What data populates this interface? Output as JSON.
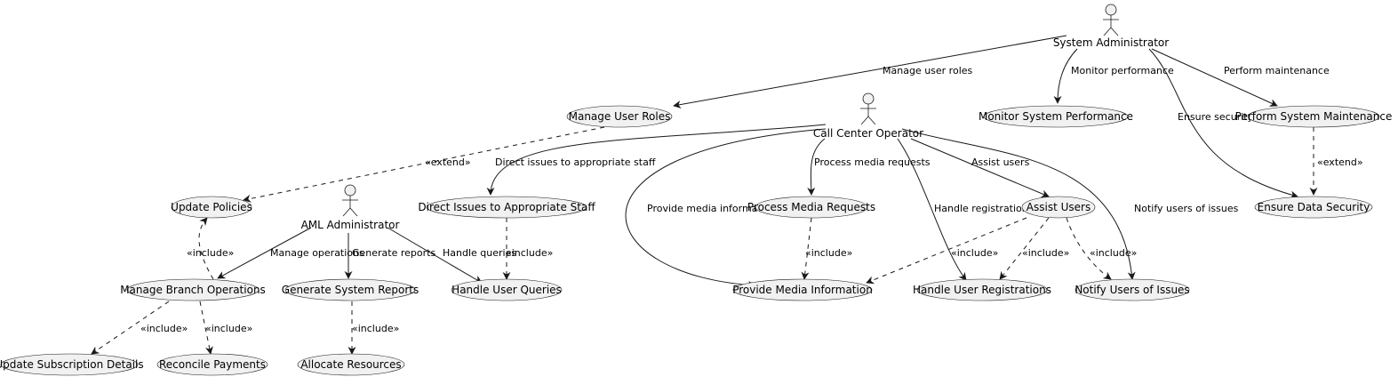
{
  "actors": {
    "sysadmin": "System Administrator",
    "callcenter": "Call Center Operator",
    "aml": "AML Administrator"
  },
  "use_cases": {
    "manage_roles": "Manage User Roles",
    "monitor_perf": "Monitor System Performance",
    "perform_maint": "Perform System Maintenance",
    "data_security": "Ensure Data Security",
    "update_policies": "Update Policies",
    "direct_issues": "Direct Issues to Appropriate Staff",
    "process_media": "Process Media Requests",
    "assist_users": "Assist Users",
    "manage_branch": "Manage Branch Operations",
    "gen_reports": "Generate System Reports",
    "handle_queries": "Handle User Queries",
    "provide_media": "Provide Media Information",
    "handle_reg": "Handle User Registrations",
    "notify_users": "Notify Users of Issues",
    "update_subs": "Update Subscription Details",
    "reconcile": "Reconcile Payments",
    "allocate": "Allocate Resources"
  },
  "edge_labels": {
    "manage_roles": "Manage user roles",
    "monitor_perf": "Monitor performance",
    "perform_maint": "Perform maintenance",
    "ensure_security": "Ensure security",
    "extend_policies": "«extend»",
    "extend_security": "«extend»",
    "direct_issues": "Direct issues to appropriate staff",
    "process_media": "Process media requests",
    "assist_users": "Assist users",
    "provide_media": "Provide media information",
    "handle_reg": "Handle registrations",
    "notify_users": "Notify users of issues",
    "include_policies": "«include»",
    "manage_ops": "Manage operations",
    "gen_reports": "Generate reports",
    "handle_queries": "Handle queries",
    "include_queries": "«include»",
    "include_media_info": "«include»",
    "include_assist_media": "«include»",
    "include_assist_reg": "«include»",
    "include_assist_notify": "«include»",
    "include_subs": "«include»",
    "include_reconcile": "«include»",
    "include_allocate": "«include»"
  }
}
